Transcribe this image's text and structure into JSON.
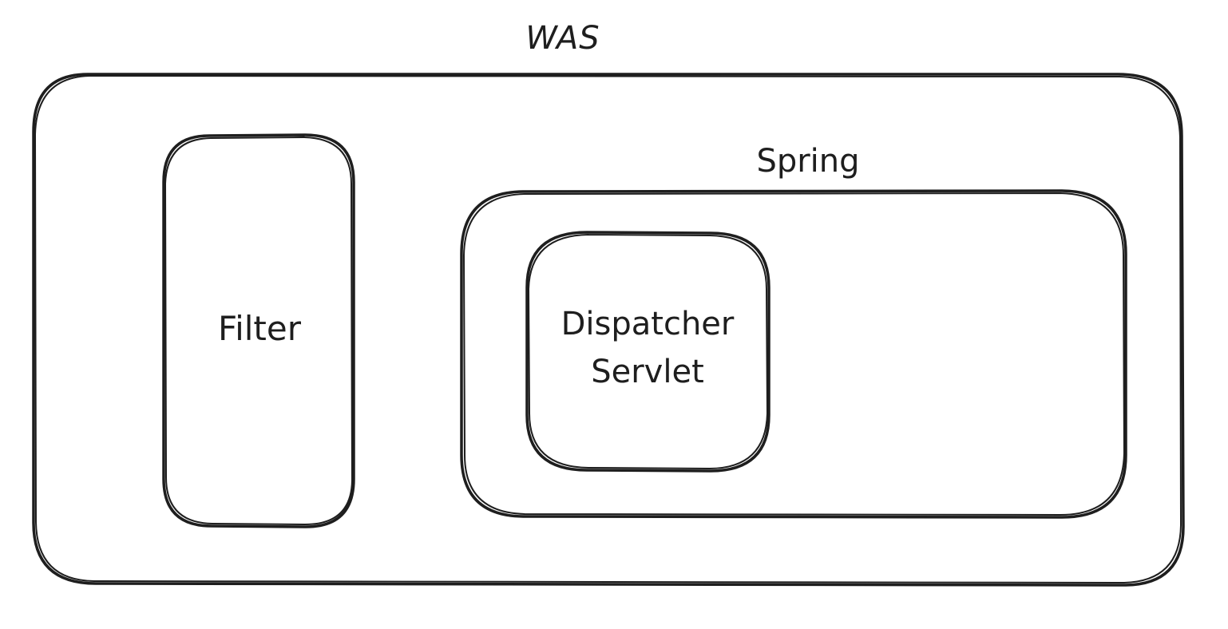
{
  "diagram": {
    "was": {
      "label": "WAS"
    },
    "filter": {
      "label": "Filter"
    },
    "spring": {
      "label": "Spring"
    },
    "dispatcher_servlet": {
      "line1": "Dispatcher",
      "line2": "Servlet"
    },
    "stroke_color": "#1e1e1e",
    "background_color": "#ffffff"
  }
}
